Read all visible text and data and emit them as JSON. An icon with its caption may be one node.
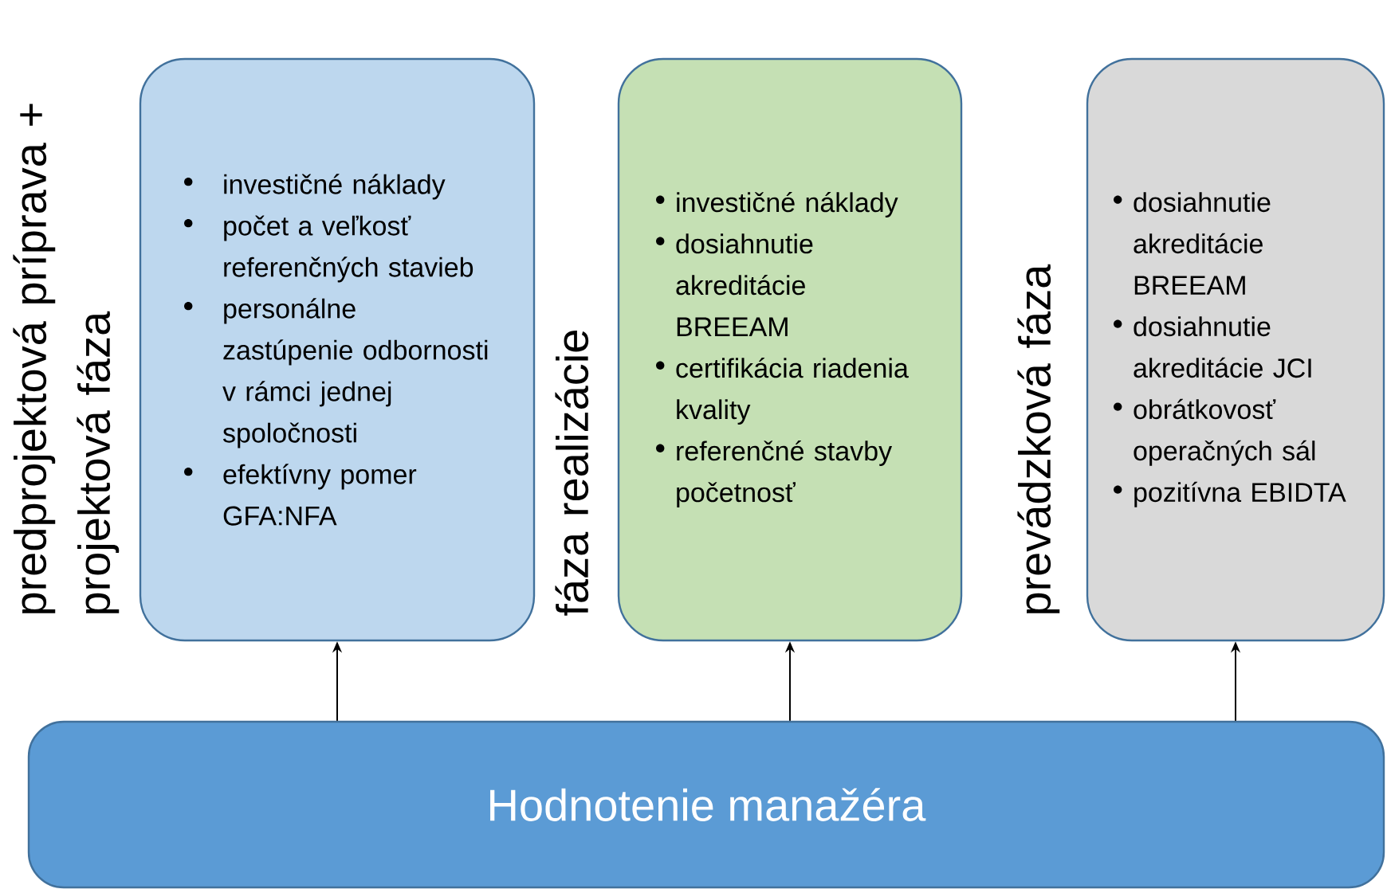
{
  "diagram": {
    "nodes": [
      {
        "text": [
          "predprojektová príprava + projektová fáza",
          "investičné náklady",
          "počet a veľkosť referenčných stavieb",
          "personálne zastúpenie odbornosti v rámci jednej spoločnosti",
          "efektívny pomer GFA:NFA"
        ]
      },
      {
        "text": [
          "fáza realizácie",
          "investičné náklady",
          "dosiahnutie akreditácie BREEAM",
          "certifikácia riadenia kvality",
          "referenčné stavby početnosť"
        ]
      },
      {
        "text": [
          "prevádzková fáza",
          "dosiahnutie akreditácie BREEAM",
          "dosiahnutie akreditácie JCI",
          "obrátkovosť operačných sál",
          "pozitívna EBIDTA"
        ]
      },
      {
        "text": [
          "Hodnotenie manažéra"
        ]
      }
    ],
    "edges": [
      {
        "from": 3,
        "to": 0,
        "arrow": "to"
      },
      {
        "from": 3,
        "to": 1,
        "arrow": "to"
      },
      {
        "from": 3,
        "to": 2,
        "arrow": "to"
      }
    ]
  }
}
